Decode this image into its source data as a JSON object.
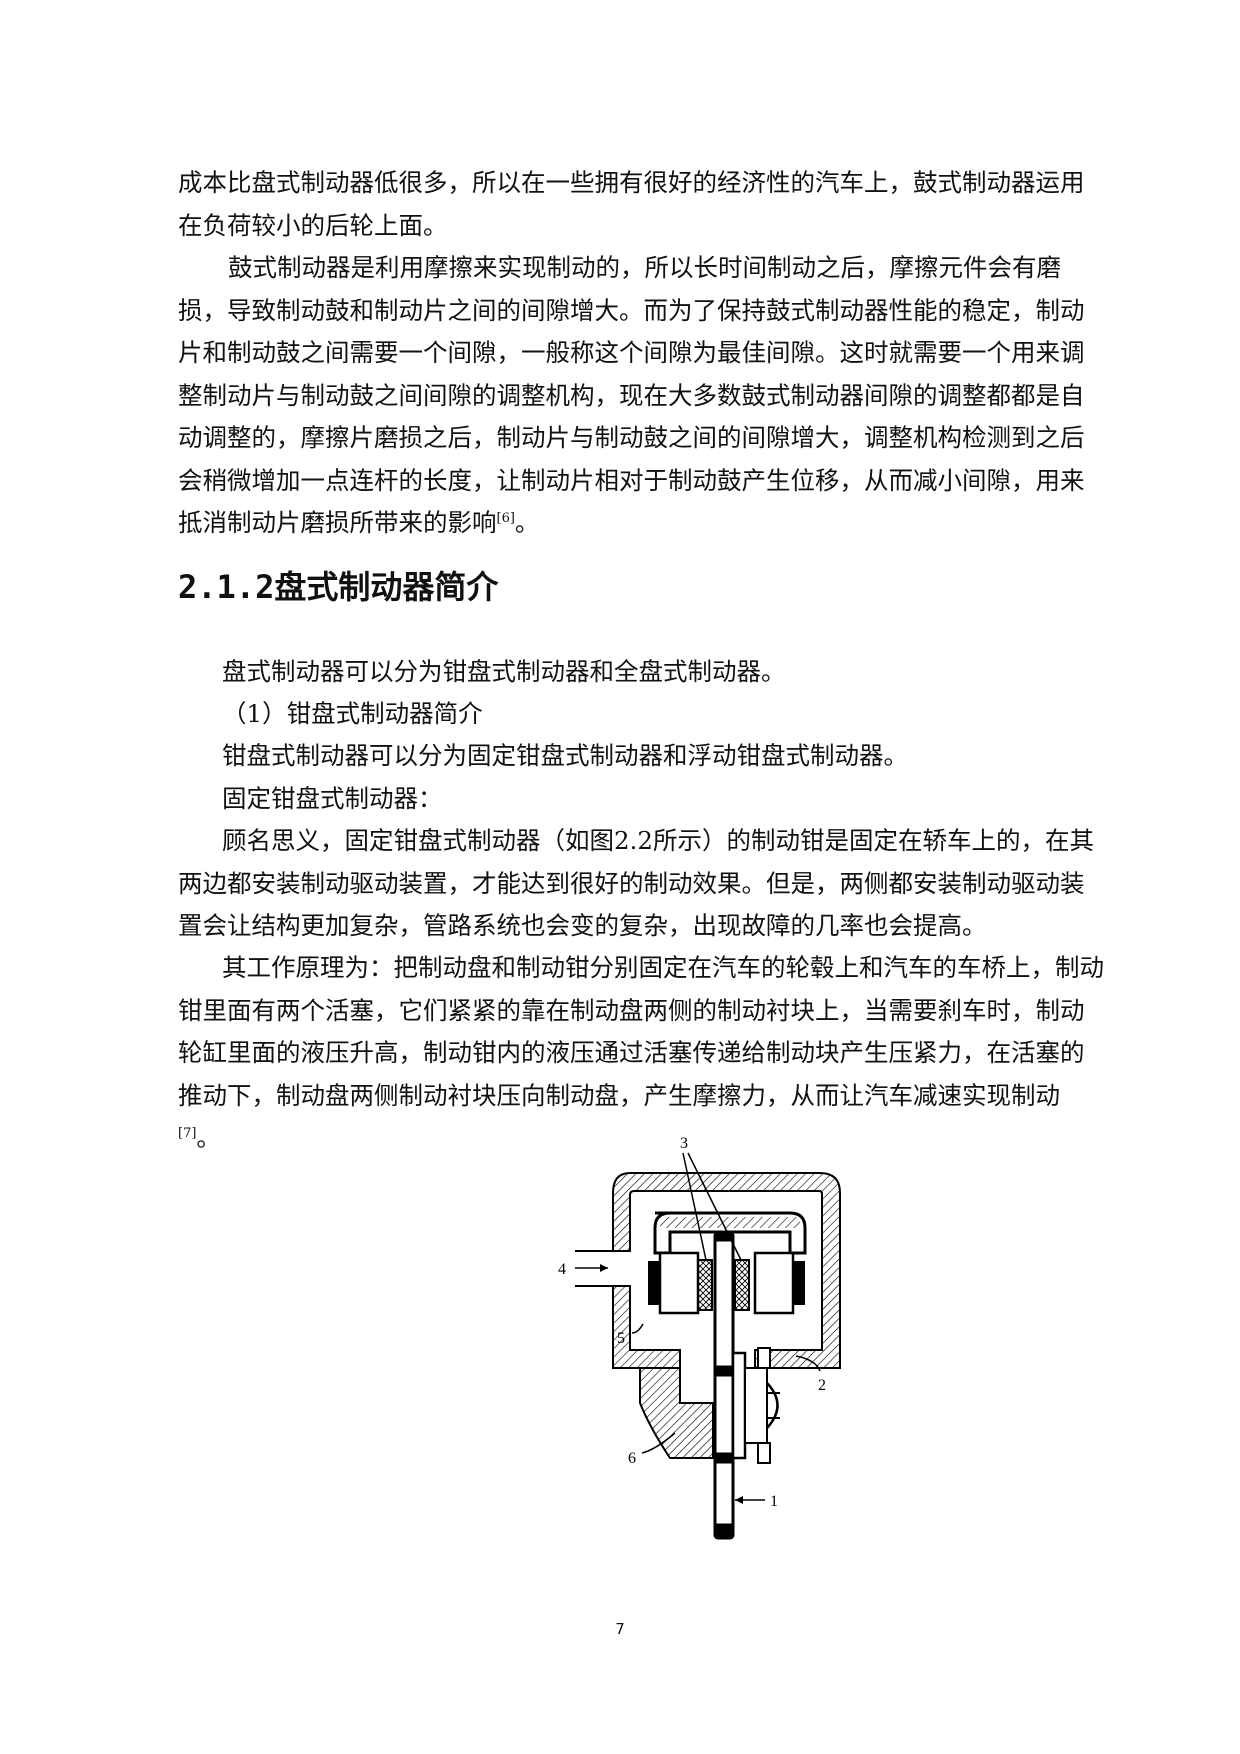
{
  "paragraph_1": [
    "成本比盘式制动器低很多，所以在一些拥有很好的经济性的汽车上，鼓式制动器运用",
    "在负荷较小的后轮上面。"
  ],
  "paragraph_2": [
    "鼓式制动器是利用摩擦来实现制动的，所以长时间制动之后，摩擦元件会有磨",
    "损，导致制动鼓和制动片之间的间隙增大。而为了保持鼓式制动器性能的稳定，制动",
    "片和制动鼓之间需要一个间隙，一般称这个间隙为最佳间隙。这时就需要一个用来调",
    "整制动片与制动鼓之间间隙的调整机构，现在大多数鼓式制动器间隙的调整都都是自",
    "动调整的，摩擦片磨损之后，制动片与制动鼓之间的间隙增大，调整机构检测到之后",
    "会稍微增加一点连杆的长度，让制动片相对于制动鼓产生位移，从而减小间隙，用来",
    "抵消制动片磨损所带来的影响"
  ],
  "paragraph_2_cite": "[6]",
  "paragraph_2_end": "。",
  "heading": {
    "number": "2.1.2",
    "title": "盘式制动器简介"
  },
  "paragraph_3": "盘式制动器可以分为钳盘式制动器和全盘式制动器。",
  "paragraph_4": "（1）钳盘式制动器简介",
  "paragraph_5": "钳盘式制动器可以分为固定钳盘式制动器和浮动钳盘式制动器。",
  "paragraph_6": "固定钳盘式制动器：",
  "paragraph_7": [
    "顾名思义，固定钳盘式制动器（如图2.2所示）的制动钳是固定在轿车上的，在其",
    "两边都安装制动驱动装置，才能达到很好的制动效果。但是，两侧都安装制动驱动装",
    "置会让结构更加复杂，管路系统也会变的复杂，出现故障的几率也会提高。"
  ],
  "paragraph_8": [
    "其工作原理为：把制动盘和制动钳分别固定在汽车的轮毂上和汽车的车桥上，制动",
    "钳里面有两个活塞，它们紧紧的靠在制动盘两侧的制动衬块上，当需要刹车时，制动",
    "轮缸里面的液压升高，制动钳内的液压通过活塞传递给制动块产生压紧力，在活塞的",
    "推动下，制动盘两侧制动衬块压向制动盘，产生摩擦力，从而让汽车减速实现制动"
  ],
  "paragraph_8_cite": "[7]",
  "paragraph_8_end": "。",
  "figure": {
    "labels": {
      "l1": "1",
      "l2": "2",
      "l3": "3",
      "l4": "4",
      "l5": "5",
      "l6": "6"
    }
  },
  "page_number": "7"
}
